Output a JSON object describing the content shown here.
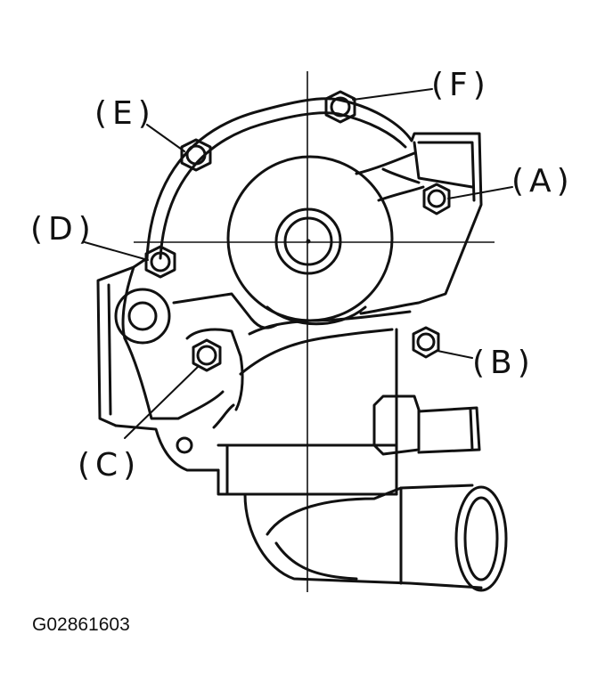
{
  "figure": {
    "id": "G02861603",
    "callouts": {
      "a": "(A)",
      "b": "(B)",
      "c": "(C)",
      "d": "(D)",
      "e": "(E)",
      "f": "(F)"
    }
  },
  "colors": {
    "ink": "#111111",
    "background": "#ffffff"
  }
}
